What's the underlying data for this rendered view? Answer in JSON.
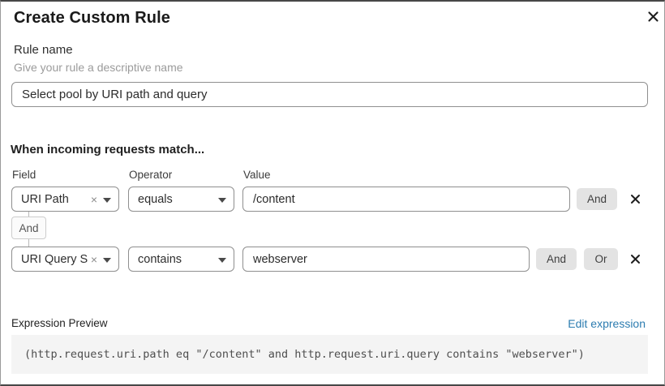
{
  "dialog": {
    "title": "Create Custom Rule"
  },
  "rule_name": {
    "label": "Rule name",
    "helper": "Give your rule a descriptive name",
    "value": "Select pool by URI path and query"
  },
  "matcher": {
    "heading": "When incoming requests match...",
    "columns": {
      "field": "Field",
      "operator": "Operator",
      "value": "Value"
    },
    "connector_label": "And",
    "and_label": "And",
    "or_label": "Or",
    "rows": [
      {
        "field": "URI Path",
        "operator": "equals",
        "value": "/content"
      },
      {
        "field": "URI Query St...",
        "operator": "contains",
        "value": "webserver"
      }
    ]
  },
  "expression": {
    "label": "Expression Preview",
    "edit_link": "Edit expression",
    "code": "(http.request.uri.path eq \"/content\" and http.request.uri.query contains \"webserver\")"
  },
  "colors": {
    "link_blue": "#2c7cb0",
    "button_gray": "#e3e3e3",
    "code_bg": "#f4f4f4"
  }
}
